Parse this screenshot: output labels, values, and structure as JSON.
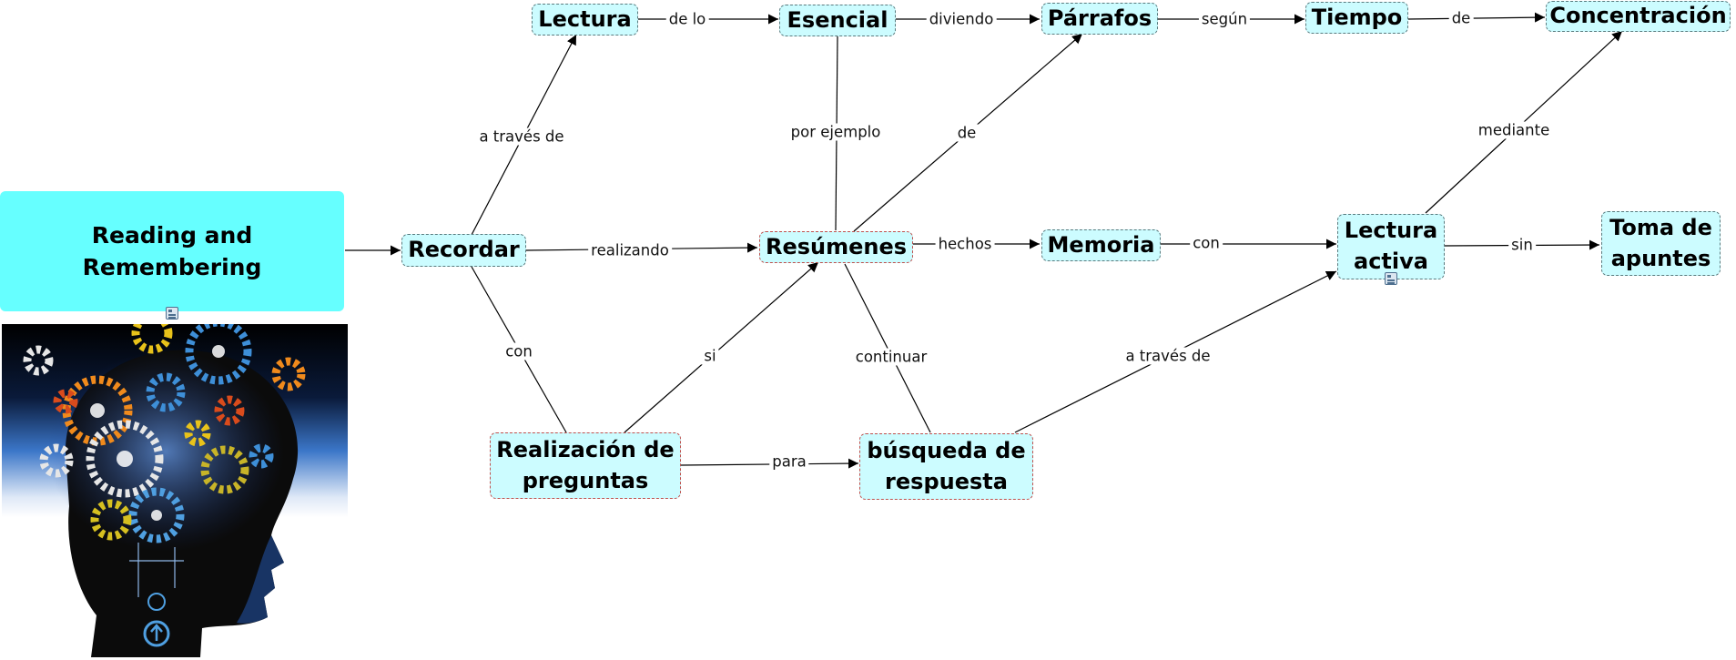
{
  "concepts": {
    "main": "Reading and Remembering",
    "recordar": "Recordar",
    "lectura": "Lectura",
    "esencial": "Esencial",
    "parrafos": "Párrafos",
    "tiempo": "Tiempo",
    "concentracion": "Concentración",
    "resumenes": "Resúmenes",
    "memoria": "Memoria",
    "lectura_activa": "Lectura\nactiva",
    "toma_apuntes": "Toma de\napuntes",
    "realizacion": "Realización de\npreguntas",
    "busqueda": "búsqueda de\nrespuesta"
  },
  "links": {
    "a_traves_de_1": "a través de",
    "de_lo": "de lo",
    "diviendo": "diviendo",
    "segun": "según",
    "de_1": "de",
    "por_ejemplo": "por ejemplo",
    "de_2": "de",
    "mediante": "mediante",
    "realizando": "realizando",
    "hechos": "hechos",
    "con_1": "con",
    "sin": "sin",
    "con_2": "con",
    "si": "si",
    "continuar": "continuar",
    "a_traves_de_2": "a través de",
    "para": "para"
  },
  "colors": {
    "node_fill": "#ccfcff",
    "main_fill": "#66ffff",
    "node_border": "#5a7a7e",
    "accent_border": "#c0504d",
    "line": "#000000"
  },
  "icons": {
    "resource": "resource-icon",
    "image": "gears-head-image"
  }
}
